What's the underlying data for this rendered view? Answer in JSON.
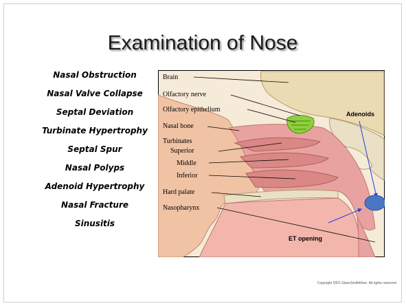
{
  "slide": {
    "title": "Examination of Nose",
    "topics": [
      "Nasal Obstruction",
      "Nasal Valve Collapse",
      "Septal Deviation",
      "Turbinate Hypertrophy",
      "Septal Spur",
      "Nasal Polyps",
      "Adenoid Hypertrophy",
      "Nasal Fracture",
      "Sinusitis"
    ],
    "figure": {
      "labels": {
        "brain": "Brain",
        "olfactory_nerve": "Olfactory nerve",
        "olfactory_epithelium": "Olfactory epithelium",
        "nasal_bone": "Nasal bone",
        "turbinates": "Turbinates",
        "superior": "Superior",
        "middle": "Middle",
        "inferior": "Inferior",
        "hard_palate": "Hard palate",
        "nasopharynx": "Nasopharynx",
        "adenoids": "Adenoids",
        "et_opening": "ET opening"
      }
    },
    "copyright": "Copyright 2001 GlaxoSmithKline.  All rights reserved."
  },
  "colors": {
    "marker_fill": "#4a77c4",
    "marker_stroke": "#2b4f8f",
    "annotation_arrow": "#1f3fe0",
    "skin": "#f0c3a4",
    "mucosa": "#e8a3a0",
    "brain": "#eadbb2",
    "bone": "#e9e0c5",
    "olfactory": "#8ecf3d"
  }
}
